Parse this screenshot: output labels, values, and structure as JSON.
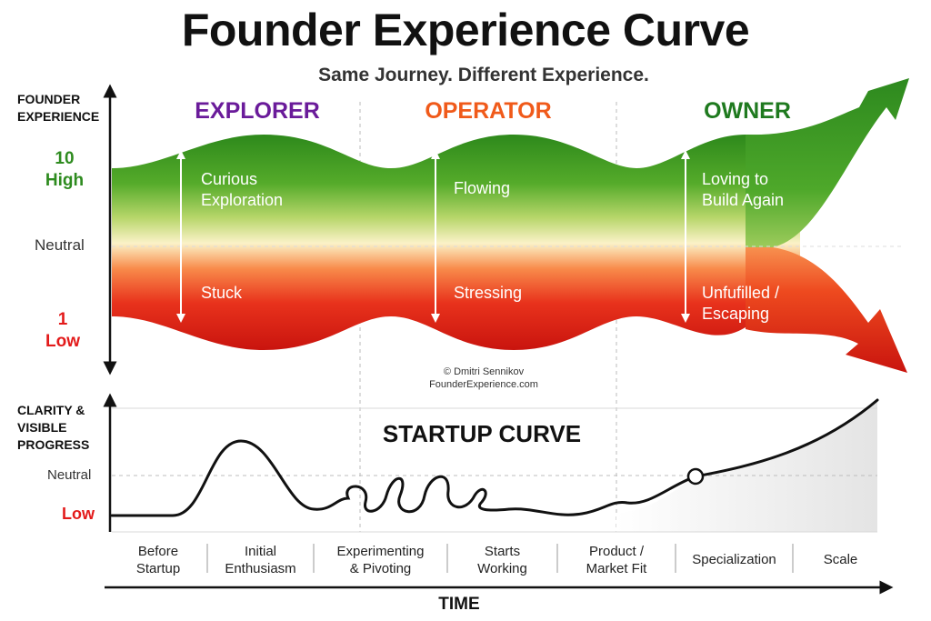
{
  "title": "Founder Experience Curve",
  "subtitle": "Same Journey. Different Experience.",
  "top_axis": {
    "label_line1": "FOUNDER",
    "label_line2": "EXPERIENCE",
    "high_value": "10",
    "high_label": "High",
    "neutral_label": "Neutral",
    "low_value": "1",
    "low_label": "Low"
  },
  "phases": [
    {
      "name": "EXPLORER",
      "color": "#6a1b9a",
      "high_line1": "Curious",
      "high_line2": "Exploration",
      "low_line1": "Stuck",
      "low_line2": ""
    },
    {
      "name": "OPERATOR",
      "color": "#f05a1a",
      "high_line1": "Flowing",
      "high_line2": "",
      "low_line1": "Stressing",
      "low_line2": ""
    },
    {
      "name": "OWNER",
      "color": "#1f7a1f",
      "high_line1": "Loving to",
      "high_line2": "Build Again",
      "low_line1": "Unfufilled /",
      "low_line2": "Escaping"
    }
  ],
  "credit": {
    "line1": "© Dmitri Sennikov",
    "line2": "FounderExperience.com"
  },
  "bottom_axis": {
    "label_line1": "CLARITY &",
    "label_line2": "VISIBLE",
    "label_line3": "PROGRESS",
    "neutral_label": "Neutral",
    "low_label": "Low",
    "curve_title": "STARTUP CURVE"
  },
  "stages": [
    {
      "line1": "Before",
      "line2": "Startup"
    },
    {
      "line1": "Initial",
      "line2": "Enthusiasm"
    },
    {
      "line1": "Experimenting",
      "line2": "& Pivoting"
    },
    {
      "line1": "Starts",
      "line2": "Working"
    },
    {
      "line1": "Product /",
      "line2": "Market Fit"
    },
    {
      "line1": "Specialization",
      "line2": ""
    },
    {
      "line1": "Scale",
      "line2": ""
    }
  ],
  "x_axis_label": "TIME",
  "colors": {
    "high_green": "#2e8b1f",
    "low_red": "#e31a1a",
    "axis": "#111111"
  }
}
